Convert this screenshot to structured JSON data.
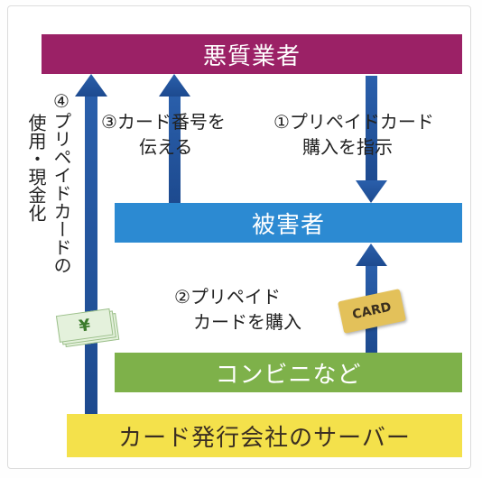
{
  "boxes": {
    "dealer": "悪質業者",
    "victim": "被害者",
    "convenience": "コンビニなど",
    "server": "カード発行会社のサーバー"
  },
  "steps": {
    "step1_line1": "①プリペイドカード",
    "step1_line2": "購入を指示",
    "step2_line1": "②プリペイド",
    "step2_line2": "カードを購入",
    "step3_line1": "③カード番号を",
    "step3_line2": "伝える",
    "step4_col1": "④プリペイドカードの",
    "step4_col2": "使用・現金化"
  },
  "illustrations": {
    "card_text": "CARD",
    "money_symbol": "¥"
  },
  "colors": {
    "dealer": "#9b2166",
    "victim": "#2c8ad2",
    "convenience": "#7eb14a",
    "server": "#f4e14b",
    "arrow": "#1f4f96"
  }
}
